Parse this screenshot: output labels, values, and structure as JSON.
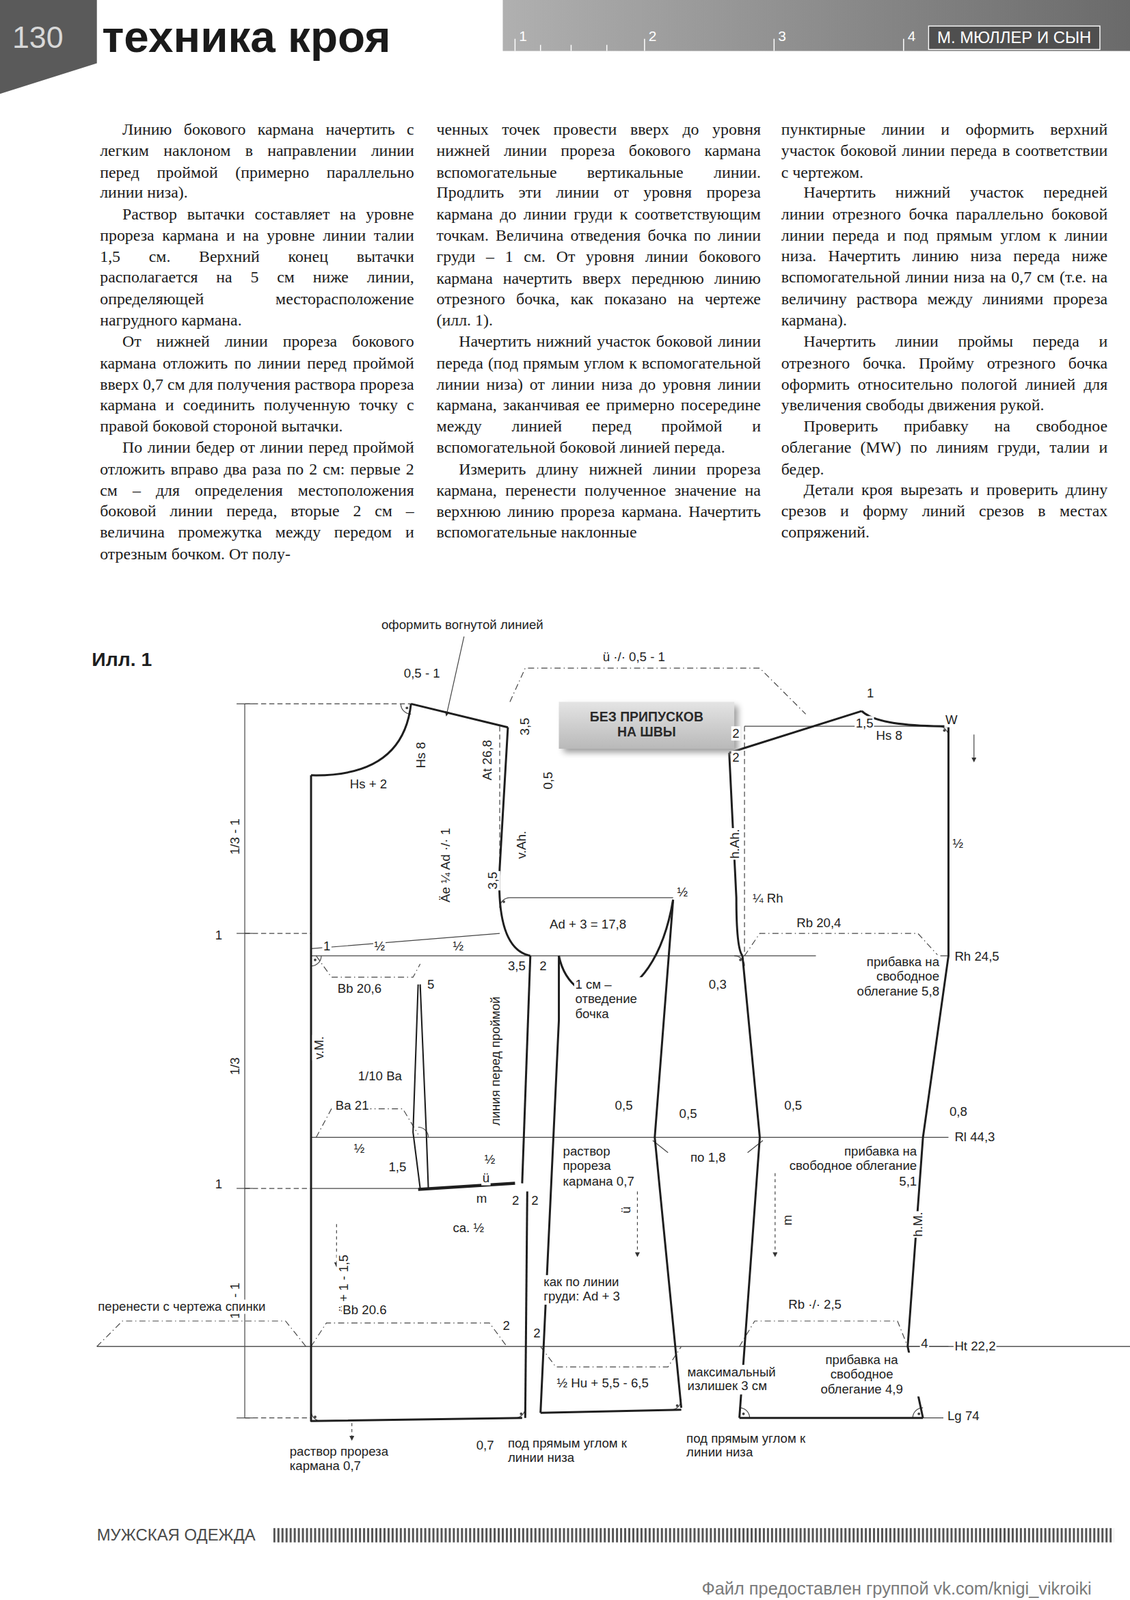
{
  "diagram": {
    "title": "техника кроя",
    "nodes": [
      {
        "text": [
          "М. МЮЛЛЕР И СЫН"
        ]
      },
      {
        "text": [
          "БЕЗ ПРИПУСКОВ НА ШВЫ"
        ]
      }
    ],
    "labels": [
      "130",
      "1",
      "2",
      "3",
      "4",
      "Линию бокового кармана начертить с легким наклоном в направлении линии перед проймой (примерно параллельно линии низа).",
      "Раствор вытачки составляет на уровне прореза кармана и на уровне линии талии 1,5 см. Верхний конец вытачки располагается на 5 см ниже линии, определяющей месторасположение нагрудного кармана.",
      "От нижней линии прореза бокового кармана отложить по линии перед проймой вверх 0,7 см для получения раствора прореза кармана и соединить полученную точку с правой боковой стороной вытачки.",
      "По линии бедер от линии перед проймой отложить вправо два раза по 2 см: первые 2 см – для определения местоположения боковой линии переда, вторые 2 см – величина промежутка между передом и отрезным бочком. От полу-",
      "ченных точек провести вверх до уровня нижней линии прореза бокового кармана вспомогательные вертикальные линии. Продлить эти линии от уровня прореза кармана до линии груди к соответствующим точкам. Величина отведения бочка по линии груди – 1 см. От уровня линии бокового кармана начертить вверх переднюю линию отрезного бочка, как показано на чертеже (илл. 1).",
      "Начертить нижний участок боковой линии переда (под прямым углом к вспомогательной линии низа) от линии низа до уровня линии кармана, заканчивая ее примерно посередине между линией перед проймой и вспомогательной боковой линией переда.",
      "Измерить длину нижней линии прореза кармана, перенести полученное значение на верхнюю линию прореза кармана. Начертить вспомогательные наклонные",
      "пунктирные линии и оформить верхний участок боковой линии переда в соответствии с чертежом.",
      "Начертить нижний участок передней линии отрезного бочка параллельно боковой линии переда и под прямым углом к линии низа. Начертить линию низа переда ниже вспомогательной линии низа на 0,7 см (т.е. на величину раствора между линиями прореза кармана).",
      "Начертить линии проймы переда и отрезного бочка. Пройму отрезного бочка оформить относительно пологой линией для увеличения свободы движения рукой.",
      "Проверить прибавку на свободное облегание (MW) по линиям груди, талии и бедер.",
      "Детали кроя вырезать и проверить длину срезов и форму линий срезов в местах сопряжений.",
      "Илл. 1",
      "оформить вогнутой линией",
      "0,5 - 1",
      "ü ·/· 0,5 - 1",
      "1",
      "1,5",
      "Hs 8",
      "W",
      "Hs 8",
      "Hs + 2",
      "At 26,8",
      "3,5",
      "0,5",
      "v.Ah.",
      "2",
      "2",
      "h.Ah.",
      "½",
      "Äe ¼ Ad ·/· 1",
      "3,5",
      "½",
      "¼ Rh",
      "Ad + 3 = 17,8",
      "Rb 20,4",
      "1",
      "1",
      "½",
      "½",
      "3,5",
      "2",
      "Bb 20,6",
      "5",
      "1 см – отведение бочка",
      "0,3",
      "прибавка на свободное облегание 5,8",
      "Rh 24,5",
      "1/3 - 1",
      "1/3",
      "v.M.",
      "линия перед проймой",
      "1/10 Ba",
      "Ba 21",
      "½",
      "1,5",
      "½",
      "ü",
      "m",
      "раствор прореза кармана 0,7",
      "0,5",
      "0,5",
      "0,5",
      "по 1,8",
      "0,8",
      "Rl 44,3",
      "прибавка на свободное облегание 5,1",
      "1",
      "2",
      "2",
      "са. ½",
      "1/3 - 1",
      "ü + 1 - 1,5",
      "ü",
      "m",
      "h.M.",
      "как по линии груди: Ad + 3",
      "перенести с чертежа спинки",
      "Bb 20.6",
      "Rb ·/· 2,5",
      "2",
      "2",
      "4",
      "Ht 22,2",
      "прибавка на свободное облегание 4,9",
      "½ Hu + 5,5 - 6,5",
      "максимальный излишек 3 см",
      "Lg 74",
      "раствор прореза кармана 0,7",
      "0,7",
      "под прямым углом к линии низа",
      "под прямым углом к линии низа",
      "МУЖСКАЯ ОДЕЖДА",
      "Файл предоставлен группой vk.com/knigi_vikroiki"
    ]
  }
}
